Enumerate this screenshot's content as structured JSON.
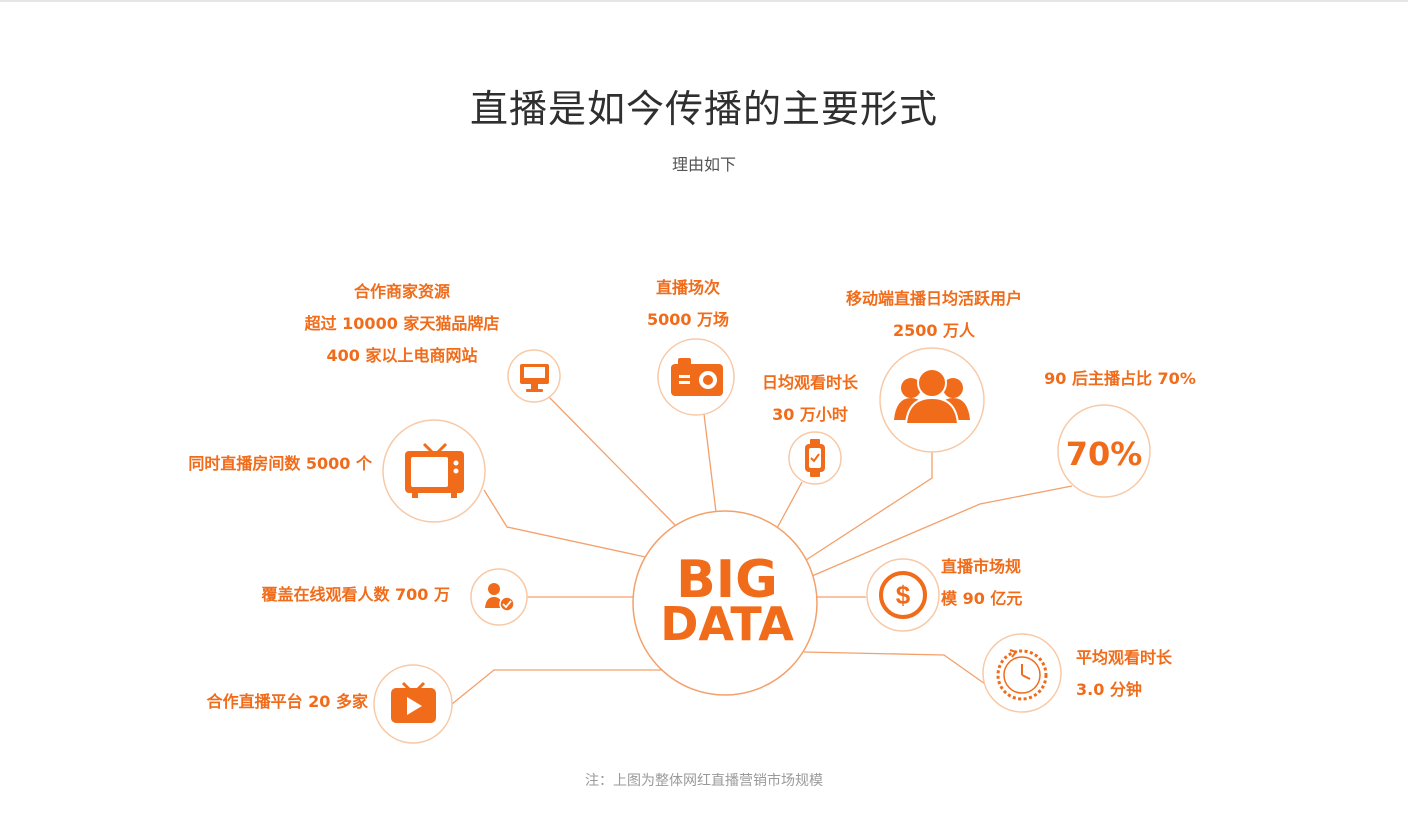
{
  "title": "直播是如今传播的主要形式",
  "subtitle": "理由如下",
  "center": {
    "line1": "BIG",
    "line2": "DATA"
  },
  "note": "注：上图为整体网红直播营销市场规模",
  "accent_color": "#f06c1a",
  "nodes": [
    {
      "id": "merchants",
      "icon": "monitor-icon",
      "lines": [
        "合作商家资源",
        "超过 10000 家天猫品牌店",
        "400 家以上电商网站"
      ]
    },
    {
      "id": "sessions",
      "icon": "camera-icon",
      "lines": [
        "直播场次",
        "5000 万场"
      ]
    },
    {
      "id": "watch-time",
      "icon": "smartwatch-icon",
      "lines": [
        "日均观看时长",
        "30 万小时"
      ]
    },
    {
      "id": "mobile-users",
      "icon": "users-icon",
      "lines": [
        "移动端直播日均活跃用户",
        "2500 万人"
      ]
    },
    {
      "id": "post90",
      "icon": "percent-badge",
      "badge": "70%",
      "lines": [
        "90 后主播占比 70%"
      ]
    },
    {
      "id": "rooms",
      "icon": "tv-icon",
      "lines": [
        "同时直播房间数 5000 个"
      ]
    },
    {
      "id": "coverage",
      "icon": "user-check-icon",
      "lines": [
        "覆盖在线观看人数 700 万"
      ]
    },
    {
      "id": "platforms",
      "icon": "play-tv-icon",
      "lines": [
        "合作直播平台 20 多家"
      ]
    },
    {
      "id": "market",
      "icon": "dollar-icon",
      "lines": [
        "直播市场规",
        "模 90 亿元"
      ]
    },
    {
      "id": "avg-time",
      "icon": "clock-icon",
      "lines": [
        "平均观看时长",
        "3.0 分钟"
      ]
    }
  ]
}
